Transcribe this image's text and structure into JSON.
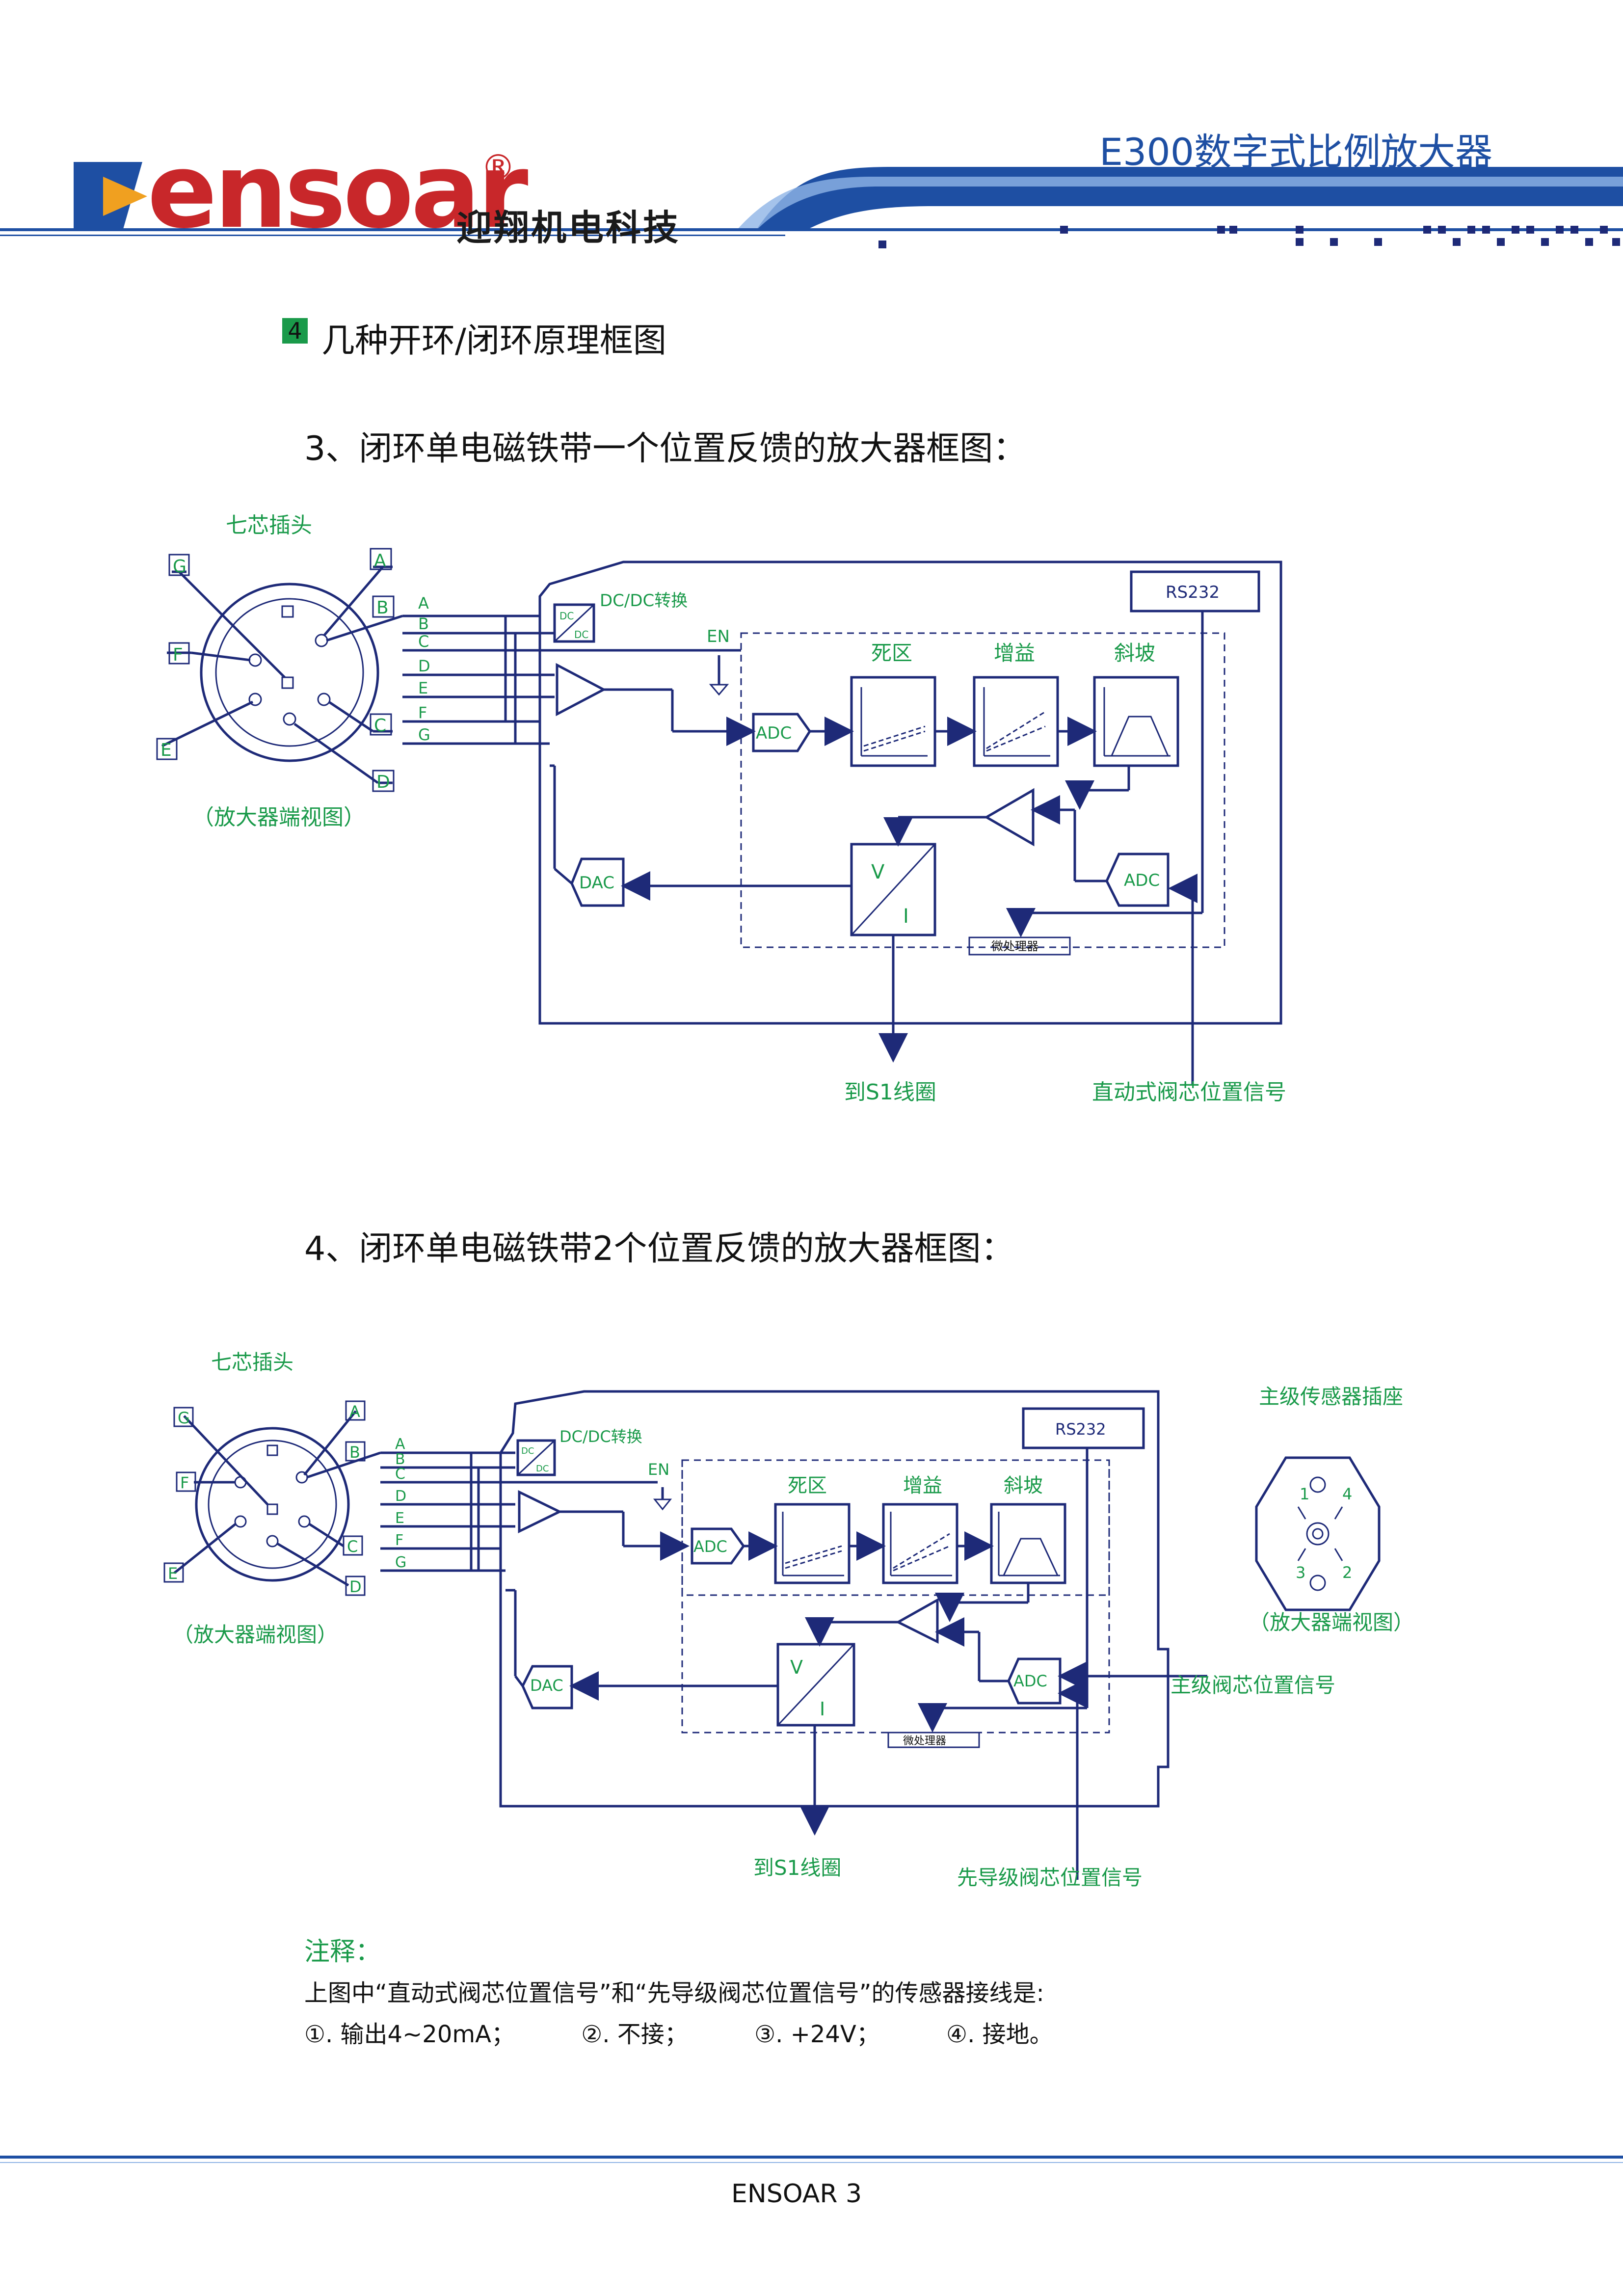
{
  "header": {
    "logo_text": "ensoar",
    "logo_registered": "®",
    "logo_cn": "迎翔机电科技",
    "doc_title": "E300数字式比例放大器"
  },
  "section": {
    "number": "4",
    "title": "几种开环/闭环原理框图"
  },
  "diagram3": {
    "title": "3、闭环单电磁铁带一个位置反馈的放大器框图：",
    "plug_title": "七芯插头",
    "plug_caption": "（放大器端视图）",
    "pins": [
      "A",
      "B",
      "C",
      "D",
      "E",
      "F",
      "G"
    ],
    "dcdc": "DC/DC转换",
    "dc": "DC",
    "en": "EN",
    "rs232": "RS232",
    "adc": "ADC",
    "dead_zone": "死区",
    "gain": "增益",
    "ramp": "斜坡",
    "adc_feedback": "ADC",
    "dac": "DAC",
    "v": "V",
    "i": "I",
    "mcu": "微处理器",
    "to_coil": "到S1线圈",
    "feedback_label": "直动式阀芯位置信号"
  },
  "diagram4": {
    "title": "4、闭环单电磁铁带2个位置反馈的放大器框图：",
    "plug_title": "七芯插头",
    "plug_caption": "（放大器端视图）",
    "pins": [
      "A",
      "B",
      "C",
      "D",
      "E",
      "F",
      "G"
    ],
    "dcdc": "DC/DC转换",
    "dc": "DC",
    "en": "EN",
    "rs232": "RS232",
    "adc": "ADC",
    "dead_zone": "死区",
    "gain": "增益",
    "ramp": "斜坡",
    "adc_feedback": "ADC",
    "dac": "DAC",
    "v": "V",
    "i": "I",
    "mcu": "微处理器",
    "to_coil": "到S1线圈",
    "main_feedback": "主级阀芯位置信号",
    "pilot_feedback": "先导级阀芯位置信号",
    "socket_title": "主级传感器插座",
    "socket_caption": "（放大器端视图）",
    "socket_pins": [
      "1",
      "4",
      "3",
      "2"
    ]
  },
  "notes": {
    "heading": "注释：",
    "line1": "上图中“直动式阀芯位置信号”和“先导级阀芯位置信号”的传感器接线是:",
    "item1": "①. 输出4~20mA；",
    "item2": "②. 不接；",
    "item3": "③. +24V；",
    "item4": "④. 接地。"
  },
  "footer": {
    "text": "ENSOAR  3"
  },
  "colors": {
    "brand_red": "#c8272a",
    "title_blue": "#1e4fa3",
    "diagram_green": "#1a9a4a",
    "line_navy": "#1e2a78"
  }
}
